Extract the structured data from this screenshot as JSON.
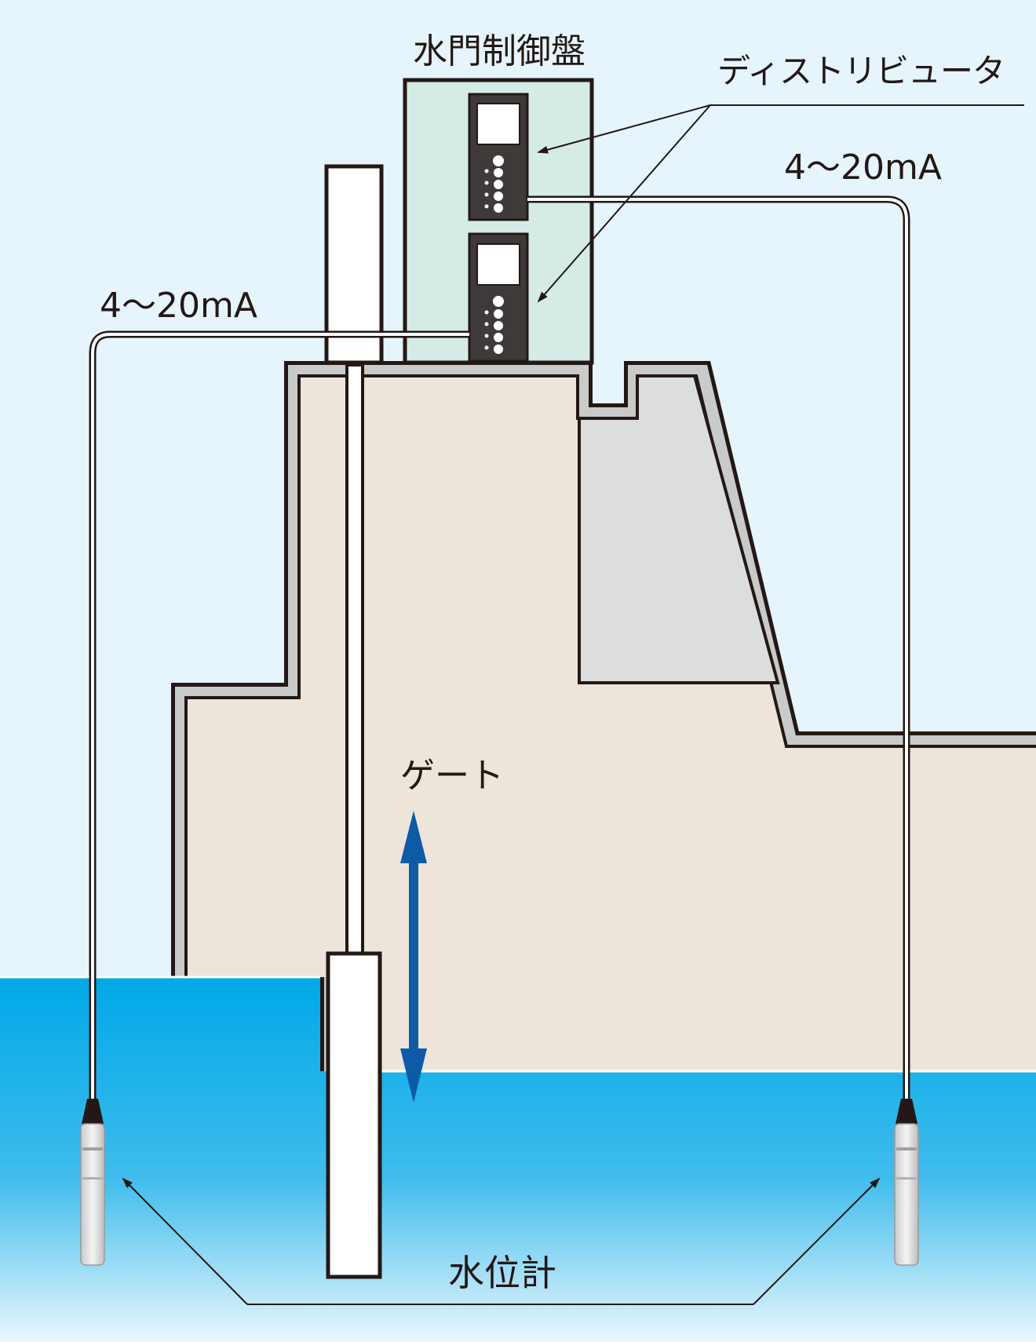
{
  "labels": {
    "panel": "水門制御盤",
    "distributor": "ディストリビュータ",
    "signal_right": "4～20mA",
    "signal_left": "4～20mA",
    "gate": "ゲート",
    "level_meter": "水位計"
  },
  "colors": {
    "sky": "#e6f4fc",
    "concrete": "#ede5da",
    "concrete_shadow": "#dcdddd",
    "panel": "#d5ece6",
    "water_top": "#00a2e4",
    "water_bottom": "#e8f6fd",
    "arrow": "#0d5aa7",
    "outline": "#231815"
  }
}
